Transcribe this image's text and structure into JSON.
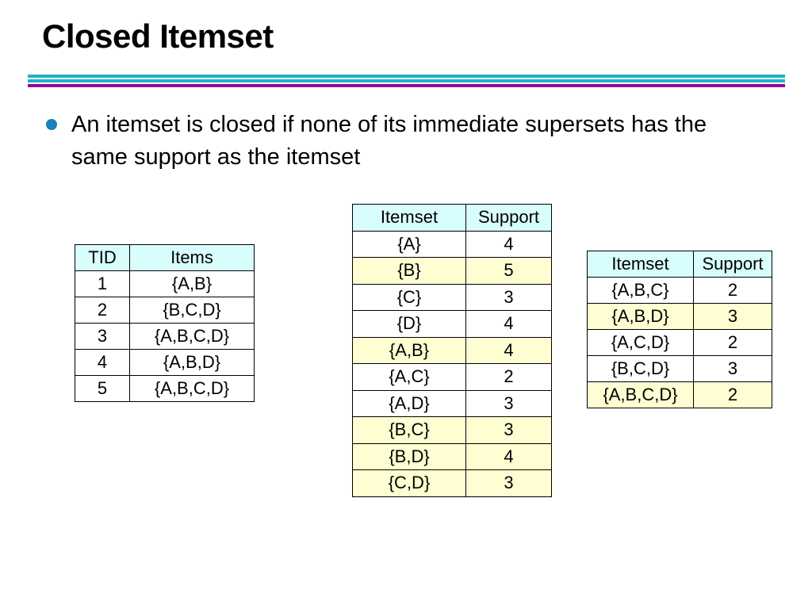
{
  "slide": {
    "title": "Closed Itemset",
    "bullet": "An itemset is closed if none of its immediate supersets has the same support as the itemset"
  },
  "colors": {
    "header_fill": "#d8fdfd",
    "highlight_fill": "#fefed2",
    "rule_cyan": "#1ab3c9",
    "rule_purple": "#990099",
    "bullet": "#1a7fbd"
  },
  "transactions": {
    "headers": [
      "TID",
      "Items"
    ],
    "rows": [
      [
        "1",
        "{A,B}"
      ],
      [
        "2",
        "{B,C,D}"
      ],
      [
        "3",
        "{A,B,C,D}"
      ],
      [
        "4",
        "{A,B,D}"
      ],
      [
        "5",
        "{A,B,C,D}"
      ]
    ]
  },
  "itemsets_small": {
    "headers": [
      "Itemset",
      "Support"
    ],
    "rows": [
      {
        "itemset": "{A}",
        "support": "4",
        "highlight": false
      },
      {
        "itemset": "{B}",
        "support": "5",
        "highlight": true
      },
      {
        "itemset": "{C}",
        "support": "3",
        "highlight": false
      },
      {
        "itemset": "{D}",
        "support": "4",
        "highlight": false
      },
      {
        "itemset": "{A,B}",
        "support": "4",
        "highlight": true
      },
      {
        "itemset": "{A,C}",
        "support": "2",
        "highlight": false
      },
      {
        "itemset": "{A,D}",
        "support": "3",
        "highlight": false
      },
      {
        "itemset": "{B,C}",
        "support": "3",
        "highlight": true
      },
      {
        "itemset": "{B,D}",
        "support": "4",
        "highlight": true
      },
      {
        "itemset": "{C,D}",
        "support": "3",
        "highlight": true
      }
    ]
  },
  "itemsets_large": {
    "headers": [
      "Itemset",
      "Support"
    ],
    "rows": [
      {
        "itemset": "{A,B,C}",
        "support": "2",
        "highlight": false
      },
      {
        "itemset": "{A,B,D}",
        "support": "3",
        "highlight": true
      },
      {
        "itemset": "{A,C,D}",
        "support": "2",
        "highlight": false
      },
      {
        "itemset": "{B,C,D}",
        "support": "3",
        "highlight": false
      },
      {
        "itemset": "{A,B,C,D}",
        "support": "2",
        "highlight": true
      }
    ]
  }
}
